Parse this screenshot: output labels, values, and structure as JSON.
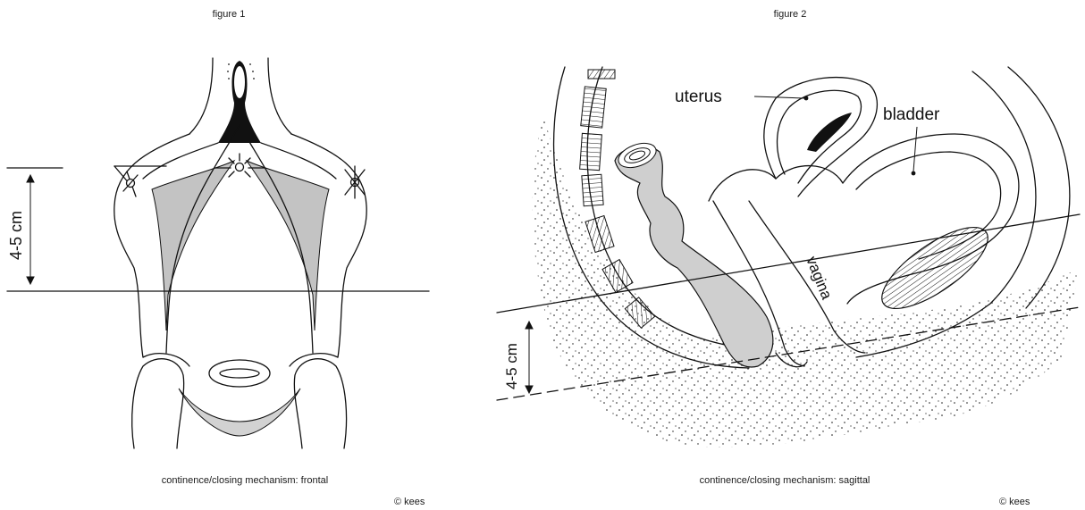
{
  "figure1": {
    "title": "figure 1",
    "measure_label": "4-5 cm",
    "caption": "continence/closing mechanism: frontal",
    "copyright": "© kees"
  },
  "figure2": {
    "title": "figure 2",
    "measure_label": "4-5 cm",
    "labels": {
      "uterus": "uterus",
      "bladder": "bladder",
      "vagina": "vagina"
    },
    "caption": "continence/closing mechanism: sagittal",
    "copyright": "© kees"
  },
  "colors": {
    "ink": "#111111",
    "shade": "#c8c8c8",
    "shade_light": "#d9d9d9"
  }
}
